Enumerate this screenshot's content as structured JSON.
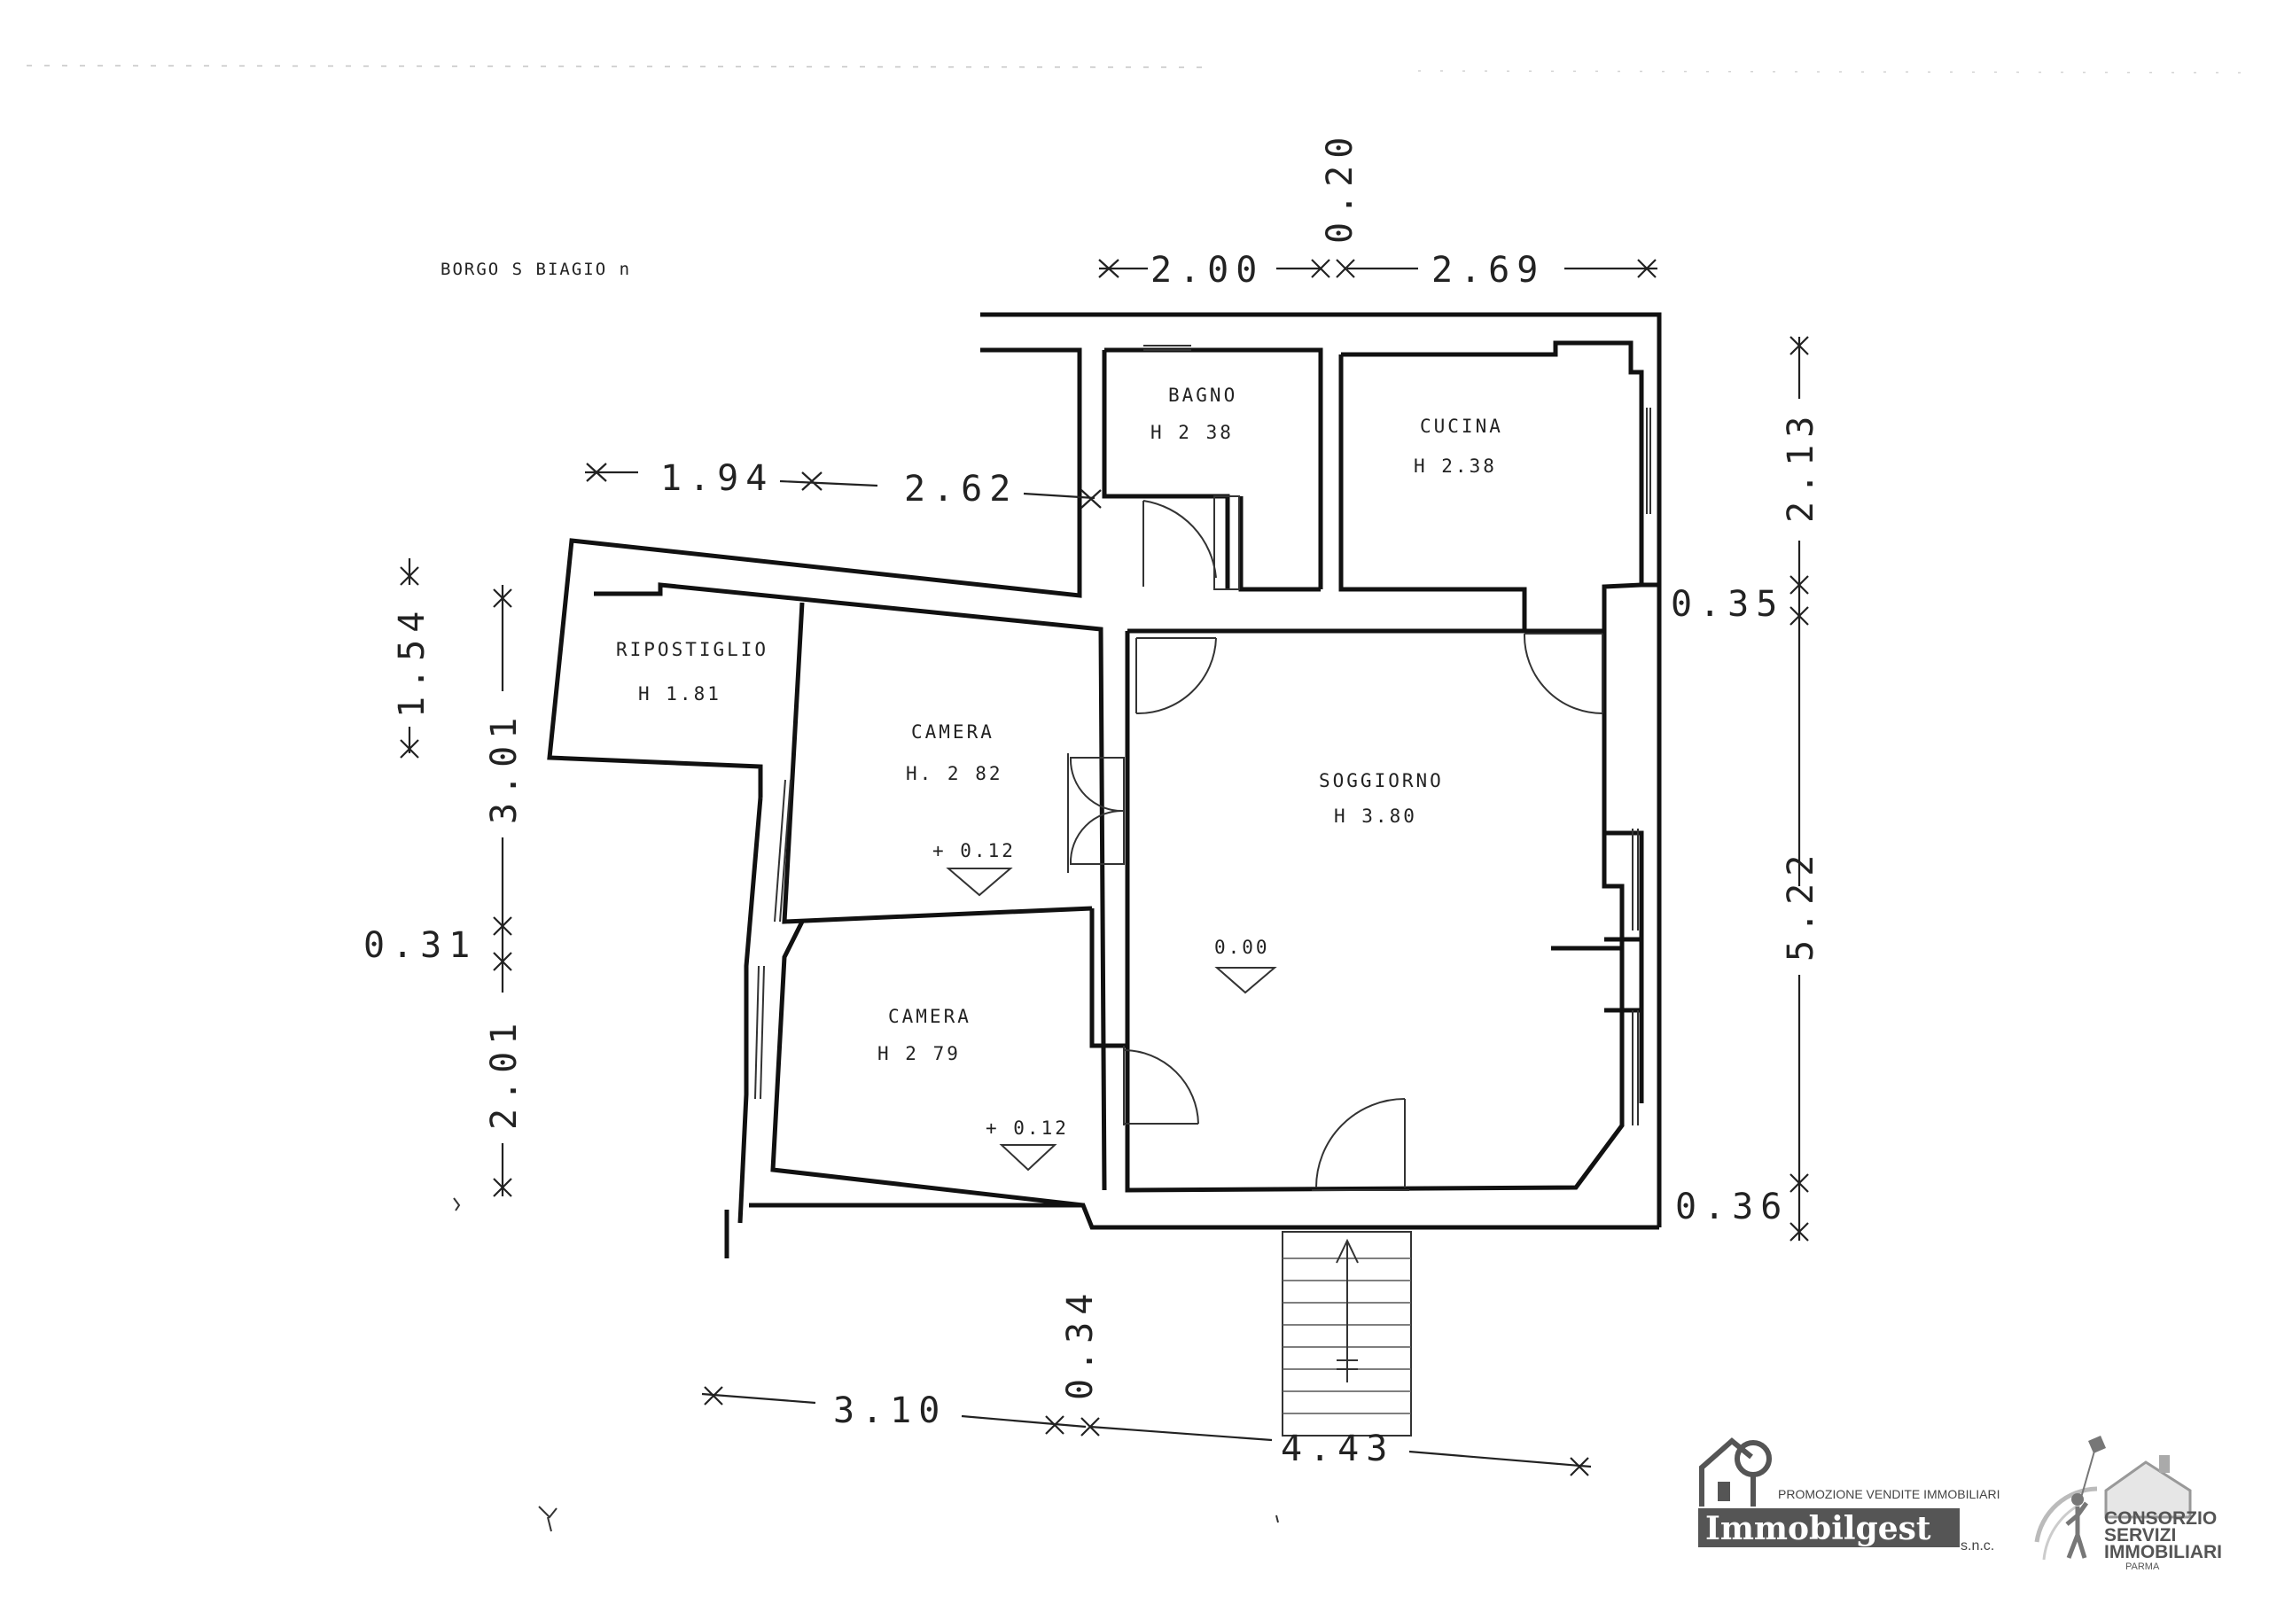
{
  "street": "BORGO S BIAGIO n",
  "rooms": {
    "bagno": {
      "name": "BAGNO",
      "height": "H 2 38"
    },
    "cucina": {
      "name": "CUCINA",
      "height": "H  2.38"
    },
    "ripostiglio": {
      "name": "RIPOSTIGLIO",
      "height": "H  1.81"
    },
    "camera1": {
      "name": "CAMERA",
      "height": "H. 2 82"
    },
    "soggiorno": {
      "name": "SOGGIORNO",
      "height": "H  3.80"
    },
    "camera2": {
      "name": "CAMERA",
      "height": "H   2 79"
    }
  },
  "levels": {
    "camera1": "+ 0.12",
    "soggiorno": "0.00",
    "camera2": "+ 0.12"
  },
  "dimensions": {
    "top_wall": "0.20",
    "top_left": "2.00",
    "top_right": "2.69",
    "mid_left": "1.94",
    "mid_right": "2.62",
    "right_top": "2.13",
    "right_wall_top": "0.35",
    "right_main": "5.22",
    "right_wall_bottom": "0.36",
    "left_top": "1.54",
    "left_main": "3.01",
    "left_wall": "0.31",
    "left_bottom": "2.01",
    "bottom_left": "3.10",
    "bottom_wall": "0.34",
    "bottom_right": "4.43"
  },
  "logos": {
    "immobilgest": {
      "tagline": "PROMOZIONE VENDITE IMMOBILIARI",
      "name": "Immobilgest",
      "suffix": "s.n.c."
    },
    "consorzio": {
      "line1": "CONSORZIO",
      "line2": "SERVIZI",
      "line3": "IMMOBILIARI",
      "city": "PARMA"
    }
  }
}
